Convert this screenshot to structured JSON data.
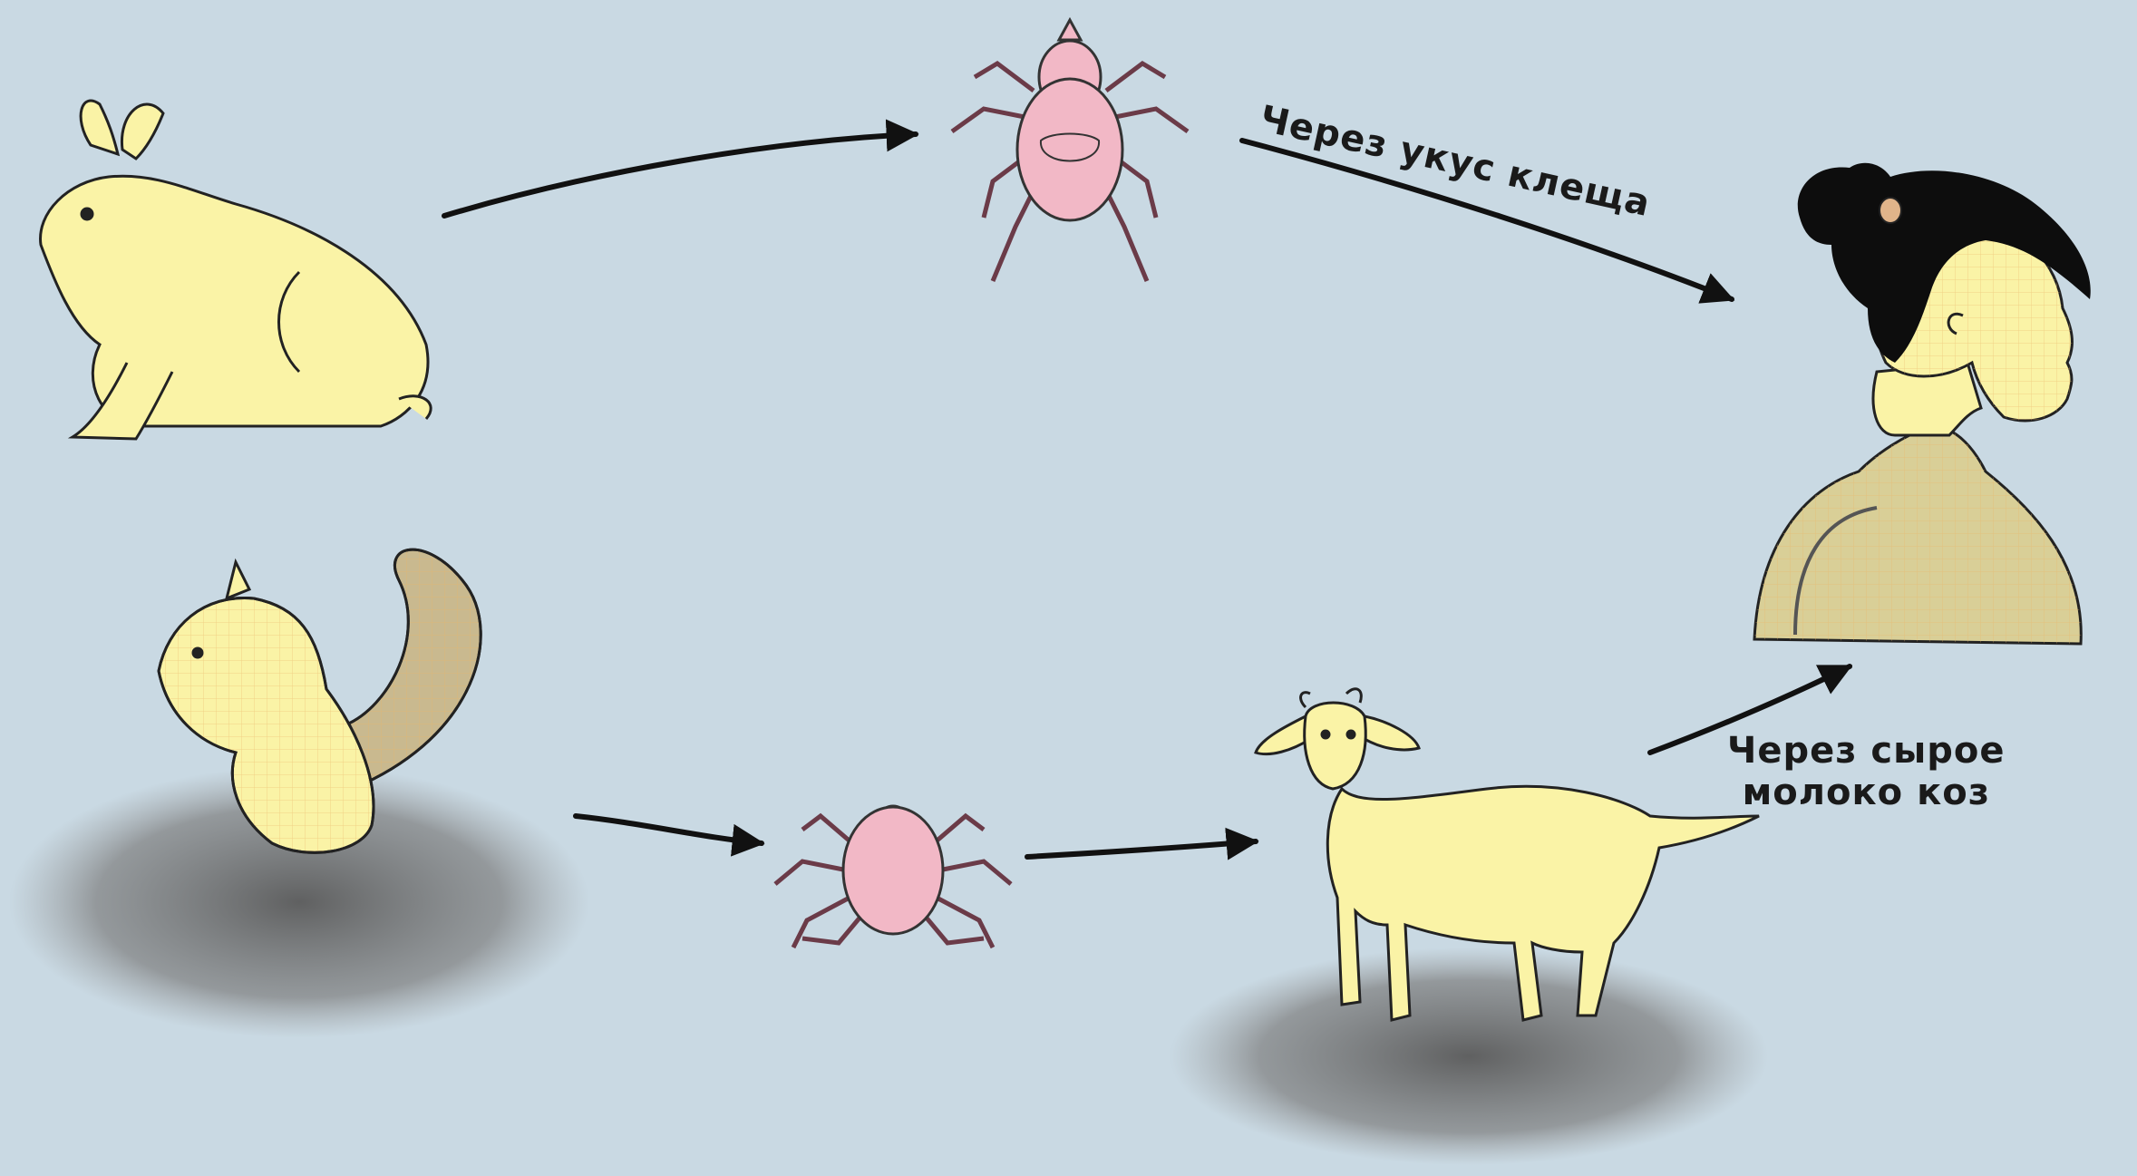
{
  "labels": {
    "tick_bite": "Через укус клеща",
    "raw_milk_line1": "Через сырое",
    "raw_milk_line2": "молоко коз"
  },
  "colors": {
    "background": "#c9d9e3",
    "animal_fill": "#faf3a6",
    "tick_fill": "#f2b8c6",
    "arrow": "#111111",
    "hair": "#0d0d0d",
    "sweater": "#d9cf97",
    "ground": "#6e6e6e"
  },
  "icons": [
    "hare",
    "squirrel",
    "tick",
    "goat",
    "woman"
  ]
}
